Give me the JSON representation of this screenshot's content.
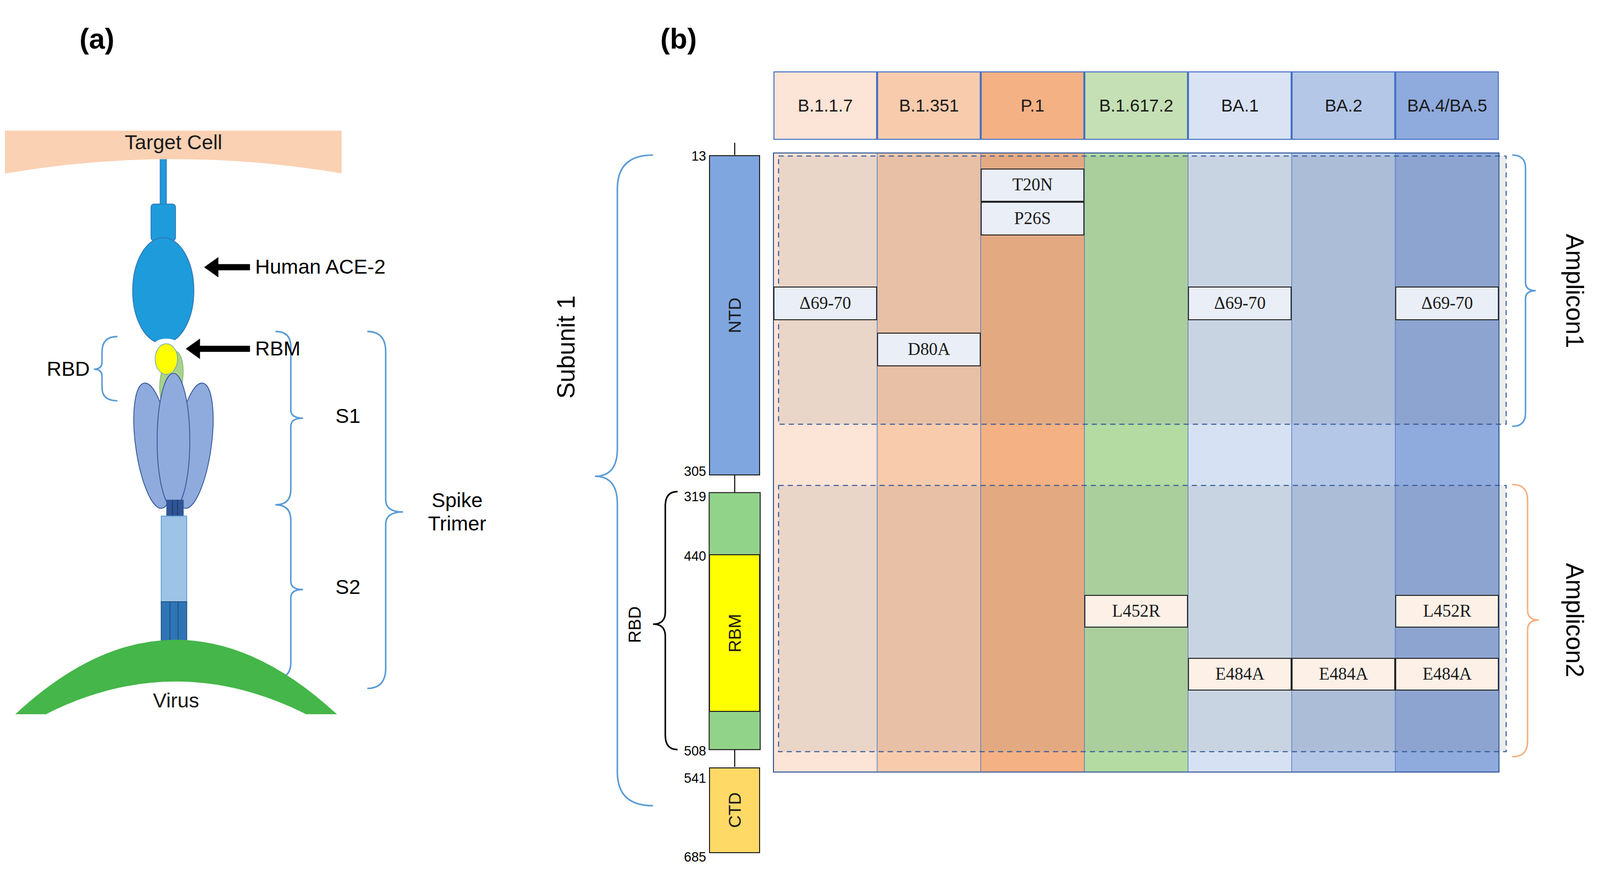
{
  "diagram": {
    "nodes": [
      {
        "text": [
          "Target Cell"
        ]
      },
      {
        "text": [
          "Virus"
        ]
      },
      {
        "text": [
          "B.1.1.7"
        ]
      },
      {
        "text": [
          "B.1.351"
        ]
      },
      {
        "text": [
          "P.1"
        ]
      },
      {
        "text": [
          "B.1.617.2"
        ]
      },
      {
        "text": [
          "BA.1"
        ]
      },
      {
        "text": [
          "BA.2"
        ]
      },
      {
        "text": [
          "BA.4/BA.5"
        ]
      },
      {
        "text": [
          "NTD"
        ]
      },
      {
        "text": [
          "RBM"
        ]
      },
      {
        "text": [
          "CTD"
        ]
      },
      {
        "text": [
          "T20N"
        ]
      },
      {
        "text": [
          "P26S"
        ]
      },
      {
        "text": [
          "Δ69-70"
        ]
      },
      {
        "text": [
          "Δ69-70"
        ]
      },
      {
        "text": [
          "Δ69-70"
        ]
      },
      {
        "text": [
          "D80A"
        ]
      },
      {
        "text": [
          "L452R"
        ]
      },
      {
        "text": [
          "L452R"
        ]
      },
      {
        "text": [
          "E484A"
        ]
      },
      {
        "text": [
          "E484A"
        ]
      },
      {
        "text": [
          "E484A"
        ]
      }
    ],
    "labels": [
      "(a)",
      "(b)",
      "Human ACE-2",
      "RBM",
      "RBD",
      "S1",
      "S2",
      "Spike Trimer",
      "Subunit 1",
      "RBD",
      "13",
      "305",
      "319",
      "440",
      "508",
      "541",
      "685",
      "Amplicon1",
      "Amplicon2"
    ]
  }
}
